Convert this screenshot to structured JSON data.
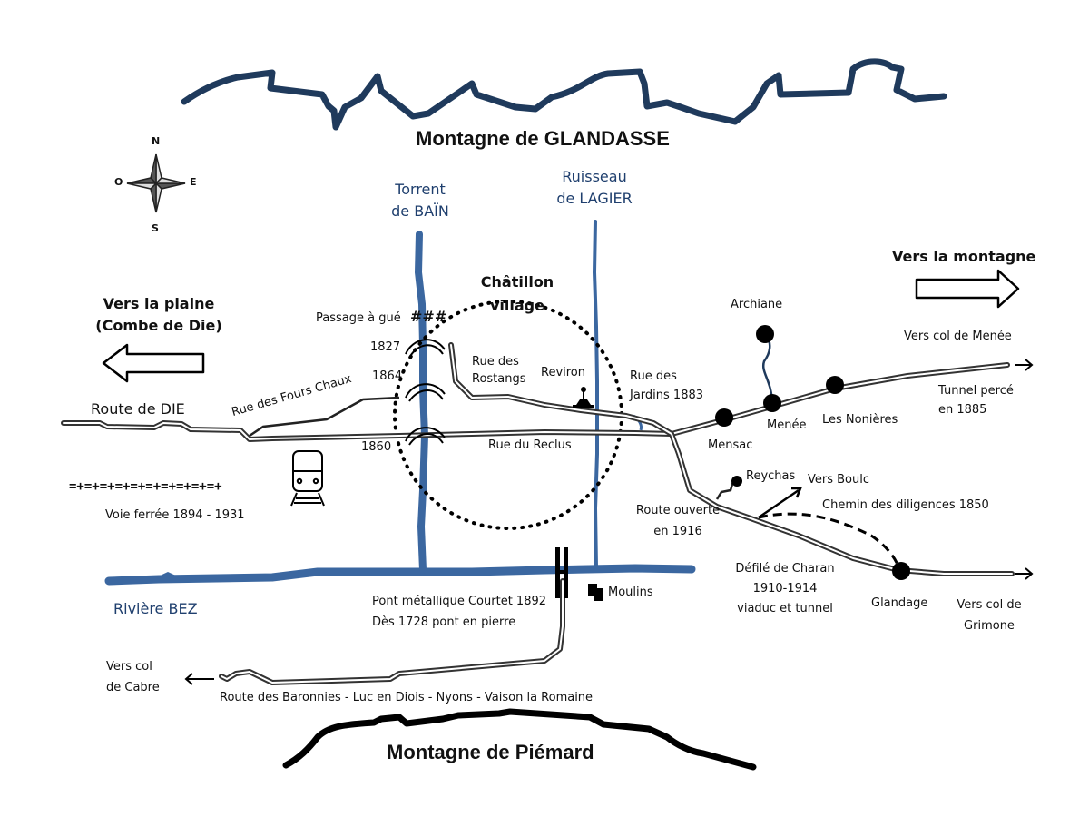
{
  "mountains": {
    "north": "Montagne de GLANDASSE",
    "south": "Montagne de Piémard"
  },
  "compass": {
    "n": "N",
    "s": "S",
    "e": "E",
    "w": "O",
    "icon": "compass-rose-icon"
  },
  "streams": {
    "bain": [
      "Torrent",
      "de BAÏN"
    ],
    "lagier": [
      "Ruisseau",
      "de LAGIER"
    ],
    "bez": "Rivière BEZ"
  },
  "directions": {
    "plaine": [
      "Vers la plaine",
      "(Combe de Die)"
    ],
    "montagne": "Vers la montagne",
    "col_menee": "Vers col de Menée",
    "col_grimone": [
      "Vers col de",
      "Grimone"
    ],
    "col_cabre": [
      "Vers col",
      "de Cabre"
    ],
    "boulc": "Vers Boulc"
  },
  "village": [
    "Châtillon",
    "village"
  ],
  "ford": {
    "label": "Passage à gué",
    "symbol": "###"
  },
  "bridges": {
    "b1827": "1827",
    "b1864": "1864",
    "b1860": "1860"
  },
  "roads": {
    "die": "Route de DIE",
    "fours_chaux": "Rue des Fours Chaux",
    "rostangs": [
      "Rue des",
      "Rostangs"
    ],
    "reviron": "Reviron",
    "jardins": [
      "Rue des",
      "Jardins 1883"
    ],
    "reclus": "Rue du Reclus",
    "ouverte": [
      "Route ouverte",
      "en 1916"
    ],
    "diligences": "Chemin des diligences 1850",
    "charan": [
      "Défilé de Charan",
      "1910-1914",
      "viaduc et tunnel"
    ],
    "tunnel": [
      "Tunnel percé",
      "en 1885"
    ],
    "baronnies": "Route des Baronnies  - Luc en Diois - Nyons - Vaison la Romaine"
  },
  "railway": {
    "symbol": "=+=+=+=+=+=+=+=+=+=+",
    "label": "Voie ferrée 1894 - 1931",
    "icon": "train-icon"
  },
  "places": {
    "archiane": "Archiane",
    "menee": "Menée",
    "mensac": "Mensac",
    "nonieres": "Les Nonières",
    "reychas": "Reychas",
    "glandage": "Glandage",
    "moulins": "Moulins"
  },
  "pont": [
    "Pont métallique Courtet 1892",
    "Dès 1728 pont en pierre"
  ],
  "colors": {
    "mountain_north": "#1f3a5c",
    "water": "#3b67a0",
    "mountain_south": "#000000",
    "label_blue": "#1f3f6e"
  }
}
